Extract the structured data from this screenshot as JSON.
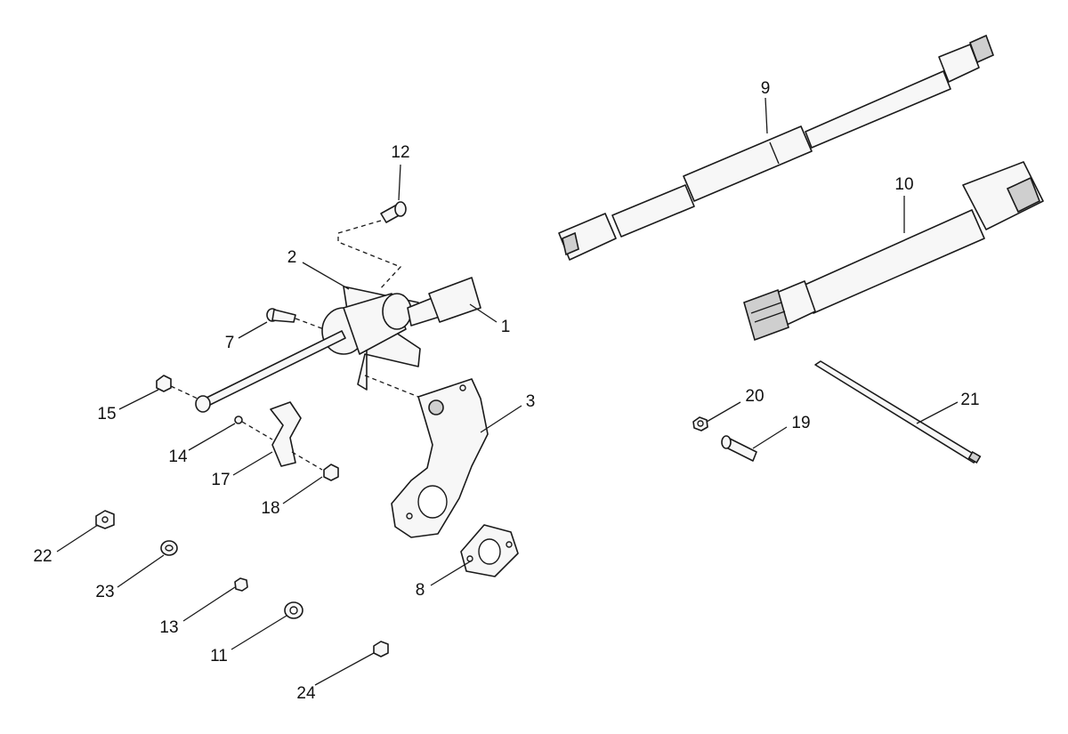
{
  "callouts": [
    {
      "id": "1",
      "label": "1"
    },
    {
      "id": "2",
      "label": "2"
    },
    {
      "id": "3",
      "label": "3"
    },
    {
      "id": "7",
      "label": "7"
    },
    {
      "id": "8",
      "label": "8"
    },
    {
      "id": "9",
      "label": "9"
    },
    {
      "id": "10",
      "label": "10"
    },
    {
      "id": "11",
      "label": "11"
    },
    {
      "id": "12",
      "label": "12"
    },
    {
      "id": "13",
      "label": "13"
    },
    {
      "id": "14",
      "label": "14"
    },
    {
      "id": "15",
      "label": "15"
    },
    {
      "id": "17",
      "label": "17"
    },
    {
      "id": "18",
      "label": "18"
    },
    {
      "id": "19",
      "label": "19"
    },
    {
      "id": "20",
      "label": "20"
    },
    {
      "id": "21",
      "label": "21"
    },
    {
      "id": "22",
      "label": "22"
    },
    {
      "id": "23",
      "label": "23"
    },
    {
      "id": "24",
      "label": "24"
    }
  ]
}
